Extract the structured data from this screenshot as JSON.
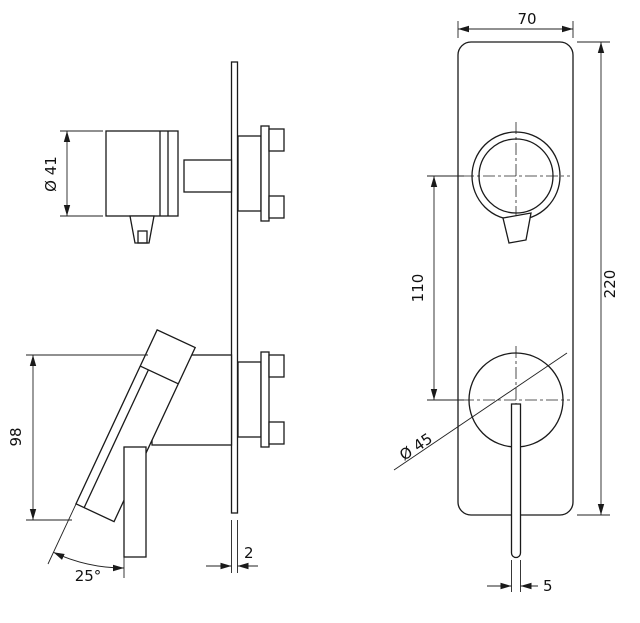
{
  "drawing": {
    "kind": "mixer-tap-technical-drawing",
    "style": {
      "line_color": "#1a1a1a",
      "background": "#ffffff"
    },
    "dims": {
      "front_width": "70",
      "front_height": "220",
      "knob_spacing": "110",
      "lower_knob_diameter": "Ø 45",
      "upper_knob_diameter": "Ø 41",
      "handle_drop": "98",
      "lever_angle": "25°",
      "plate_thickness": "2",
      "lever_width": "5"
    }
  }
}
